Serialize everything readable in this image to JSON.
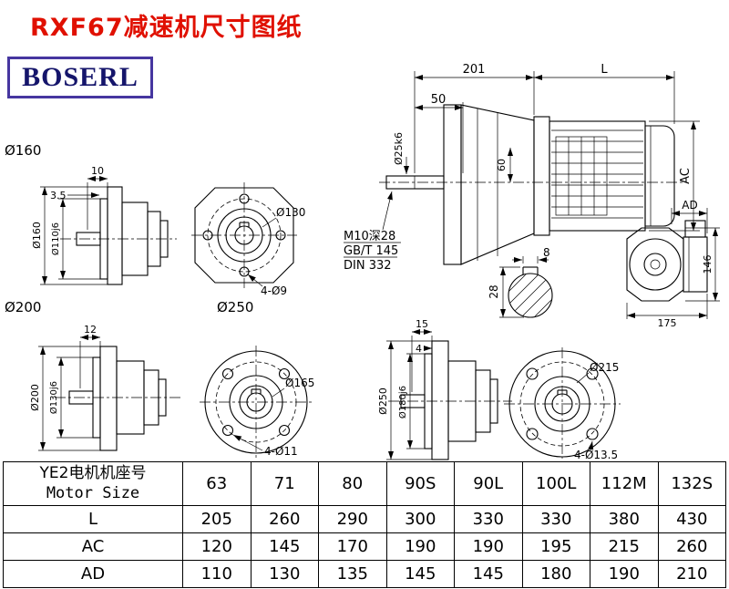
{
  "page": {
    "title": "RXF67减速机尺寸图纸",
    "logo_text": "BOSERL"
  },
  "colors": {
    "title_red": "#e01000",
    "logo_navy": "#15156b",
    "logo_border_purple": "#4636a0",
    "line_black": "#000000"
  },
  "drawing": {
    "main": {
      "dim_201": "201",
      "dim_L": "L",
      "dim_50": "50",
      "shaft_dia": "Ø25k6",
      "dim_60": "60",
      "dim_AC": "AC"
    },
    "notes": {
      "line1": "M10深28",
      "line2": "GB/T 145",
      "line3": "DIN 332"
    },
    "key": {
      "dim_8": "8",
      "dim_28": "28"
    },
    "rear": {
      "dim_AD": "AD",
      "dim_146": "146",
      "dim_175": "175"
    },
    "flange160": {
      "label": "Ø160",
      "dim_10": "10",
      "dim_3_5": "3.5",
      "dia_outer": "Ø160",
      "dia_pilot": "Ø110j6",
      "dia_bolt": "Ø130",
      "holes": "4-Ø9"
    },
    "flange200": {
      "label": "Ø200",
      "dim_12": "12",
      "dia_outer": "Ø200",
      "dia_pilot": "Ø130j6",
      "dia_bolt": "Ø165",
      "holes": "4-Ø11"
    },
    "flange250": {
      "label": "Ø250",
      "dim_15": "15",
      "dim_4": "4",
      "dia_outer": "Ø250",
      "dia_pilot": "Ø180j6",
      "dia_bolt": "Ø215",
      "holes": "4-Ø13.5"
    }
  },
  "table": {
    "header_cn": "YE2电机机座号",
    "header_en": "Motor Size",
    "columns": [
      "63",
      "71",
      "80",
      "90S",
      "90L",
      "100L",
      "112M",
      "132S"
    ],
    "rows": [
      {
        "label": "L",
        "values": [
          "205",
          "260",
          "290",
          "300",
          "330",
          "330",
          "380",
          "430"
        ]
      },
      {
        "label": "AC",
        "values": [
          "120",
          "145",
          "170",
          "190",
          "190",
          "195",
          "215",
          "260"
        ]
      },
      {
        "label": "AD",
        "values": [
          "110",
          "130",
          "135",
          "145",
          "145",
          "180",
          "190",
          "210"
        ]
      }
    ]
  }
}
